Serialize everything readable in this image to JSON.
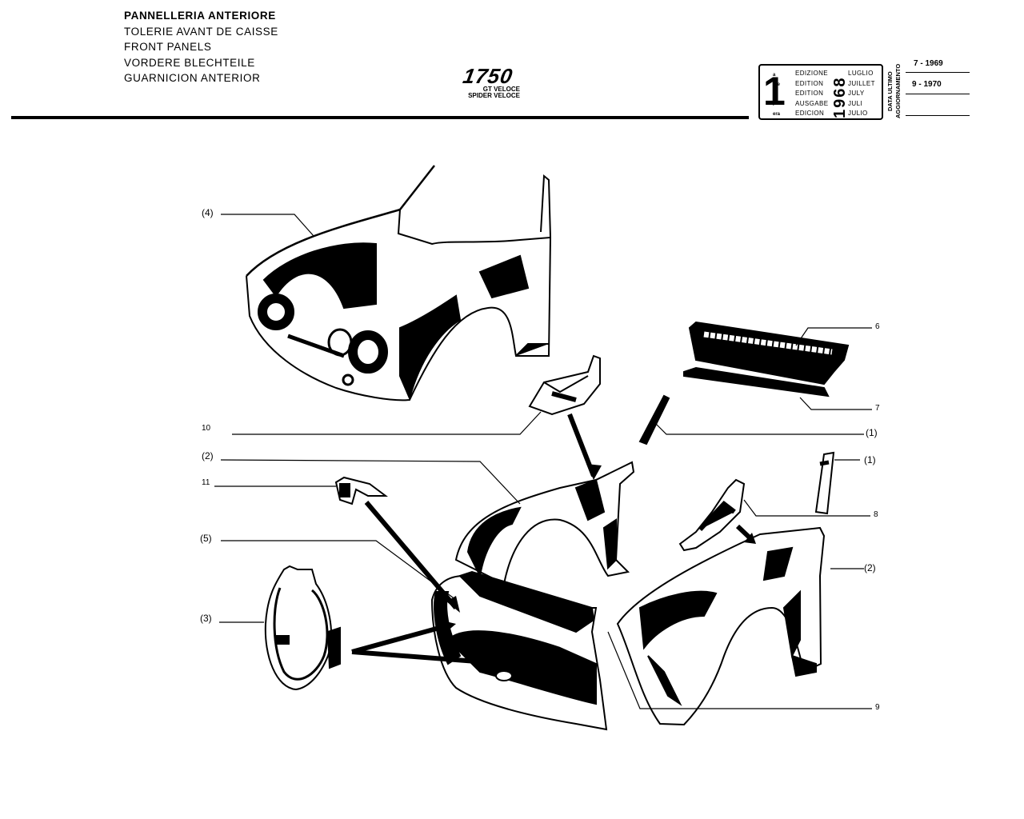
{
  "header": {
    "titles": [
      "PANNELLERIA ANTERIORE",
      "TOLERIE AVANT DE CAISSE",
      "FRONT PANELS",
      "VORDERE BLECHTEILE",
      "GUARNICION ANTERIOR"
    ],
    "model": "1750",
    "model_variants": [
      "GT VELOCE",
      "SPIDER VELOCE"
    ]
  },
  "edition_box": {
    "number": "1",
    "suffixes": [
      "a",
      "ère",
      "st",
      ".",
      "era"
    ],
    "edition_words": [
      "EDIZIONE",
      "EDITION",
      "EDITION",
      "AUSGABE",
      "EDICION"
    ],
    "year": "1968",
    "months": [
      "LUGLIO",
      "JUILLET",
      "JULY",
      "JULI",
      "JULIO"
    ],
    "update_label": [
      "DATA ULTIMO",
      "AGGIORNAMENTO"
    ],
    "update_dates": [
      "7 - 1969",
      "9 - 1970"
    ]
  },
  "callouts": {
    "c4": "(4)",
    "c6": "6",
    "c7": "7",
    "c10": "10",
    "c1a": "(1)",
    "c2a": "(2)",
    "c1b": "(1)",
    "c11": "11",
    "c8": "8",
    "c5": "(5)",
    "c2b": "(2)",
    "c3": "(3)",
    "c9": "9"
  }
}
